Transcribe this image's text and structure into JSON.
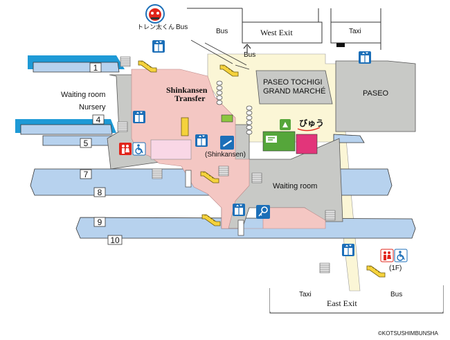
{
  "mascot_name": "トレン太くん",
  "labels": {
    "bus_top_small": "Bus",
    "bus_top": "Bus",
    "west_exit": "West Exit",
    "taxi_top": "Taxi",
    "bus_arrow": "Bus",
    "waiting_room_left": "Waiting room",
    "nursery": "Nursery",
    "shinkansen_transfer_line1": "Shinkansen",
    "shinkansen_transfer_line2": "Transfer",
    "paseo_tochigi_line1": "PASEO TOCHIGI",
    "paseo_tochigi_line2": "GRAND MARCHÉ",
    "paseo": "PASEO",
    "shinkansen_ticket": "(Shinkansen)",
    "shop_name": "びゅう",
    "waiting_room_right": "Waiting room",
    "floor_1f": "(1F)",
    "taxi_bottom": "Taxi",
    "east_exit": "East Exit",
    "bus_bottom": "Bus",
    "copyright": "©KOTSUSHIMBUNSHA"
  },
  "platforms": [
    "1",
    "4",
    "5",
    "7",
    "8",
    "9",
    "10"
  ],
  "colors": {
    "track_blue": "#1e9ad6",
    "platform_blue": "#b7d2ee",
    "concourse_pink": "#f4c7c3",
    "floor_cream": "#fbf6d6",
    "floor_gray": "#c8c9c6",
    "escalator_yellow": "#f5d23c",
    "elevator_blue": "#1c6fb8",
    "toilet_red": "#e1251b",
    "ticket_green": "#55a63a",
    "shop_pink": "#e2357a"
  },
  "icons": [
    "elevator-icon",
    "escalator-icon",
    "toilet-icon",
    "accessible-icon",
    "ticket-machine-icon",
    "lost-and-found-key-icon",
    "shop-icon",
    "mascot-icon"
  ]
}
